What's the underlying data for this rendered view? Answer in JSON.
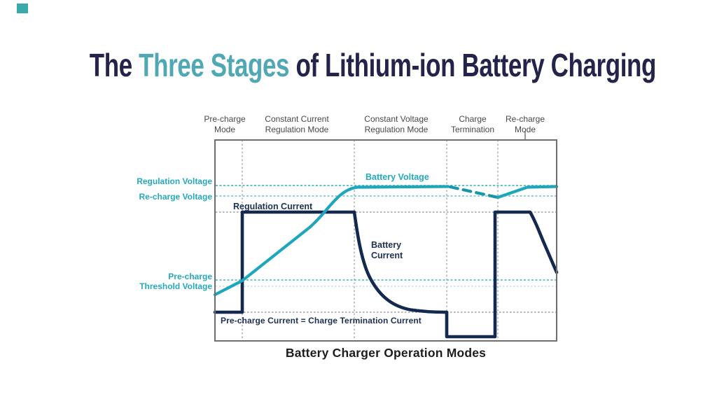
{
  "page": {
    "background": "#ffffff",
    "accent_square_color": "#3aa9ac"
  },
  "title": {
    "prefix": "The ",
    "highlight": "Three Stages",
    "suffix": " of Lithium-ion Battery Charging",
    "navy_color": "#23234b",
    "teal_color": "#4fa8b4"
  },
  "chart": {
    "caption": "Battery Charger Operation Modes",
    "mode_labels": [
      {
        "line1": "Pre-charge",
        "line2": "Mode"
      },
      {
        "line1": "Constant Current",
        "line2": "Regulation Mode"
      },
      {
        "line1": "Constant Voltage",
        "line2": "Regulation Mode"
      },
      {
        "line1": "Charge",
        "line2": "Termination"
      },
      {
        "line1": "Re-charge",
        "line2": "Mode"
      }
    ],
    "axis_labels": {
      "regulation_voltage": "Regulation Voltage",
      "recharge_voltage": "Re-charge Voltage",
      "precharge_threshold_line1": "Pre-charge",
      "precharge_threshold_line2": "Threshold Voltage"
    },
    "series_labels": {
      "battery_voltage": "Battery Voltage",
      "regulation_current": "Regulation Current",
      "battery_current_line1": "Battery",
      "battery_current_line2": "Current",
      "precharge_current": "Pre-charge Current = Charge Termination Current"
    },
    "colors": {
      "voltage_curve": "#1ea6ba",
      "current_curve": "#13294f",
      "teal_label": "#25a9bd",
      "grid_gray": "#8c8c8c",
      "grid_teal": "#2fadc0",
      "grid_teal_light": "#63c3cf",
      "frame": "#6e6e6e",
      "mode_label": "#484848"
    }
  },
  "chart_data": {
    "type": "line",
    "title": "Battery Charger Operation Modes",
    "x_zones": [
      "Pre-charge Mode",
      "Constant Current Regulation Mode",
      "Constant Voltage Regulation Mode",
      "Charge Termination",
      "Re-charge Mode"
    ],
    "y_reference_levels": [
      "Regulation Voltage",
      "Re-charge Voltage",
      "Regulation Current",
      "Pre-charge Threshold Voltage",
      "Pre-charge Current = Charge Termination Current"
    ],
    "series": [
      {
        "name": "Battery Voltage",
        "shape": "rises linearly from below the pre-charge threshold, reaches threshold at end of pre-charge mode, climbs through constant-current mode, flattens at Regulation Voltage during constant-voltage mode, decays (dashed) to Re-charge Voltage during charge termination, then rises back to Regulation Voltage in re-charge mode"
      },
      {
        "name": "Battery Current",
        "shape": "flat at pre-charge/termination current level during pre-charge, steps up to Regulation Current during constant-current mode, decays exponentially to termination current during constant-voltage mode, drops to zero during charge termination, steps back to Regulation Current in re-charge mode then falls at right edge"
      }
    ],
    "legend_position": "inline annotations",
    "grid": true
  }
}
